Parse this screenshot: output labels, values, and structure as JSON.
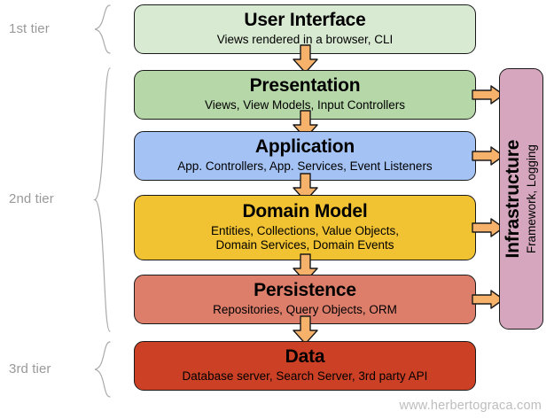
{
  "diagram": {
    "watermark": "www.herbertograca.com",
    "tiers": [
      {
        "id": "tier-1",
        "label": "1st tier"
      },
      {
        "id": "tier-2",
        "label": "2nd tier"
      },
      {
        "id": "tier-3",
        "label": "3rd tier"
      }
    ],
    "layers": [
      {
        "id": "user-interface",
        "title": "User Interface",
        "subtitle": "Views rendered in a browser, CLI",
        "color": "#d9ead3"
      },
      {
        "id": "presentation",
        "title": "Presentation",
        "subtitle": "Views, View Models, Input Controllers",
        "color": "#b6d7a8"
      },
      {
        "id": "application",
        "title": "Application",
        "subtitle": "App. Controllers, App. Services, Event Listeners",
        "color": "#a4c2f4"
      },
      {
        "id": "domain-model",
        "title": "Domain Model",
        "subtitle": "Entities, Collections, Value Objects,",
        "subtitle2": "Domain Services, Domain Events",
        "color": "#f1c232"
      },
      {
        "id": "persistence",
        "title": "Persistence",
        "subtitle": "Repositories, Query Objects, ORM",
        "color": "#dd7e6b"
      },
      {
        "id": "data",
        "title": "Data",
        "subtitle": "Database server, Search Server, 3rd party API",
        "color": "#cc4125"
      }
    ],
    "infrastructure": {
      "title": "Infrastructure",
      "subtitle": "Framework, Logging",
      "color": "#d5a6bd"
    },
    "arrow_color": "#f6b26b",
    "arrow_outline": "#1a1a1a",
    "brace_color": "#aaaaaa",
    "tier_label_color": "#999999"
  }
}
